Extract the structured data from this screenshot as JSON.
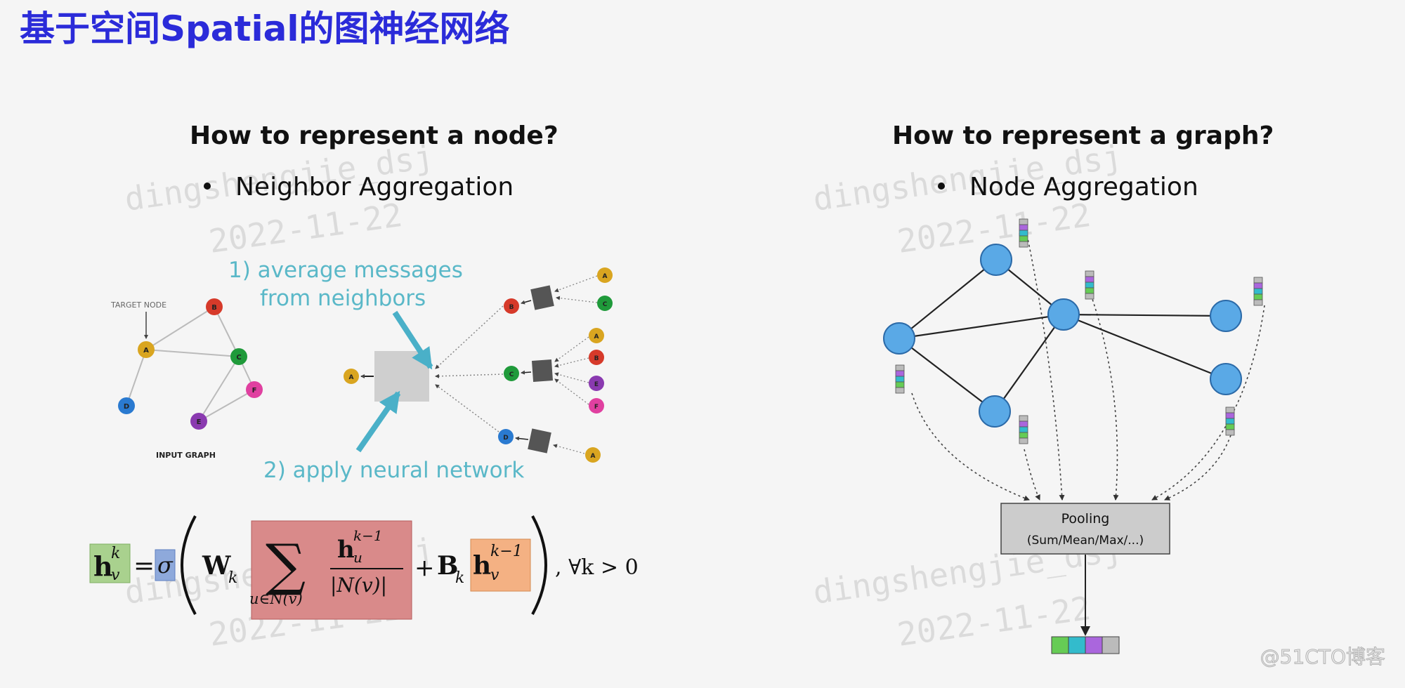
{
  "title": "基于空间Spatial的图神经网络",
  "watermark": {
    "line1": "dingshengjie_dsj",
    "line2": "2022-11-22"
  },
  "left": {
    "heading": "How to represent a node?",
    "bullet": "Neighbor Aggregation",
    "label_target": "TARGET NODE",
    "label_input": "INPUT GRAPH",
    "annot1_line1": "1) average messages",
    "annot1_line2": "from neighbors",
    "annot2": "2) apply neural network",
    "nodes": {
      "A": "A",
      "B": "B",
      "C": "C",
      "D": "D",
      "E": "E",
      "F": "F"
    },
    "colors": {
      "A": "#d9a520",
      "B": "#d63a2a",
      "C": "#1f9a3a",
      "D": "#2a7ad0",
      "E": "#8a3ab0",
      "F": "#e040a0",
      "cyan": "#4ab0c8"
    }
  },
  "formula": {
    "lhs": "h",
    "lhs_sup": "k",
    "lhs_sub": "v",
    "eq": "=",
    "sigma": "σ",
    "W": "W",
    "W_sub": "k",
    "sum": "∑",
    "sum_sub": "u∈N(v)",
    "frac_num": "h",
    "frac_num_sup": "k−1",
    "frac_num_sub": "u",
    "frac_den": "|N(v)|",
    "plus": "+",
    "B": "B",
    "B_sub": "k",
    "self": "h",
    "self_sup": "k−1",
    "self_sub": "v",
    "tail": ",  ∀k > 0",
    "colors": {
      "green": "#a9d18e",
      "blue": "#8ea9db",
      "red": "#d98a8a",
      "orange": "#f4b183"
    }
  },
  "right": {
    "heading": "How to represent a graph?",
    "bullet": "Node Aggregation",
    "pool_line1": "Pooling",
    "pool_line2": "(Sum/Mean/Max/...)",
    "node_color": "#5aa9e6",
    "emb_colors": [
      "#66cc55",
      "#33bbcc",
      "#aa66dd",
      "#bbbbbb"
    ]
  },
  "credit": "@51CTO博客"
}
